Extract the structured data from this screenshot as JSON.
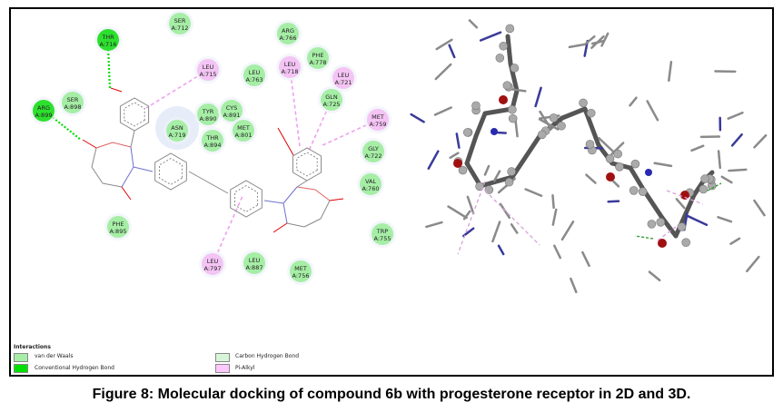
{
  "residues": [
    {
      "name": "SER",
      "id": "A:712",
      "type": "vdw"
    },
    {
      "name": "THR",
      "id": "A:716",
      "type": "hbond"
    },
    {
      "name": "LEU",
      "id": "A:715",
      "type": "pialkyl"
    },
    {
      "name": "LEU",
      "id": "A:763",
      "type": "vdw"
    },
    {
      "name": "ARG",
      "id": "A:766",
      "type": "vdw"
    },
    {
      "name": "LEU",
      "id": "A:718",
      "type": "pialkyl"
    },
    {
      "name": "PHE",
      "id": "A:778",
      "type": "vdw"
    },
    {
      "name": "LEU",
      "id": "A:721",
      "type": "pialkyl"
    },
    {
      "name": "GLN",
      "id": "A:725",
      "type": "vdw"
    },
    {
      "name": "MET",
      "id": "A:759",
      "type": "pialkyl"
    },
    {
      "name": "GLY",
      "id": "A:722",
      "type": "vdw"
    },
    {
      "name": "VAL",
      "id": "A:760",
      "type": "vdw"
    },
    {
      "name": "TRP",
      "id": "A:755",
      "type": "vdw"
    },
    {
      "name": "ARG",
      "id": "A:899",
      "type": "hbond"
    },
    {
      "name": "SER",
      "id": "A:898",
      "type": "vdw"
    },
    {
      "name": "TYR",
      "id": "A:890",
      "type": "vdw"
    },
    {
      "name": "CYS",
      "id": "A:891",
      "type": "vdw"
    },
    {
      "name": "ASN",
      "id": "A:719",
      "type": "vdw"
    },
    {
      "name": "MET",
      "id": "A:801",
      "type": "vdw"
    },
    {
      "name": "THR",
      "id": "A:894",
      "type": "vdw"
    },
    {
      "name": "PHE",
      "id": "A:895",
      "type": "vdw"
    },
    {
      "name": "LEU",
      "id": "A:797",
      "type": "pialkyl"
    },
    {
      "name": "LEU",
      "id": "A:887",
      "type": "vdw"
    },
    {
      "name": "MET",
      "id": "A:756",
      "type": "vdw"
    }
  ],
  "colors": {
    "vdw": "#a6eea6",
    "hbond": "#2ee02e",
    "carbon_hbond": "#d9f5d9",
    "pialkyl": "#f4c4f4"
  },
  "legend": {
    "title": "Interactions",
    "items": [
      {
        "label": "van der Waals",
        "color": "#a6eea6"
      },
      {
        "label": "Conventional Hydrogen Bond",
        "color": "#00e000"
      },
      {
        "label": "Carbon Hydrogen Bond",
        "color": "#d9f5d9"
      },
      {
        "label": "Pi-Alkyl",
        "color": "#ffc8ff"
      }
    ]
  },
  "caption": "Figure 8: Molecular docking of compound 6b with progesterone receptor in 2D and 3D."
}
